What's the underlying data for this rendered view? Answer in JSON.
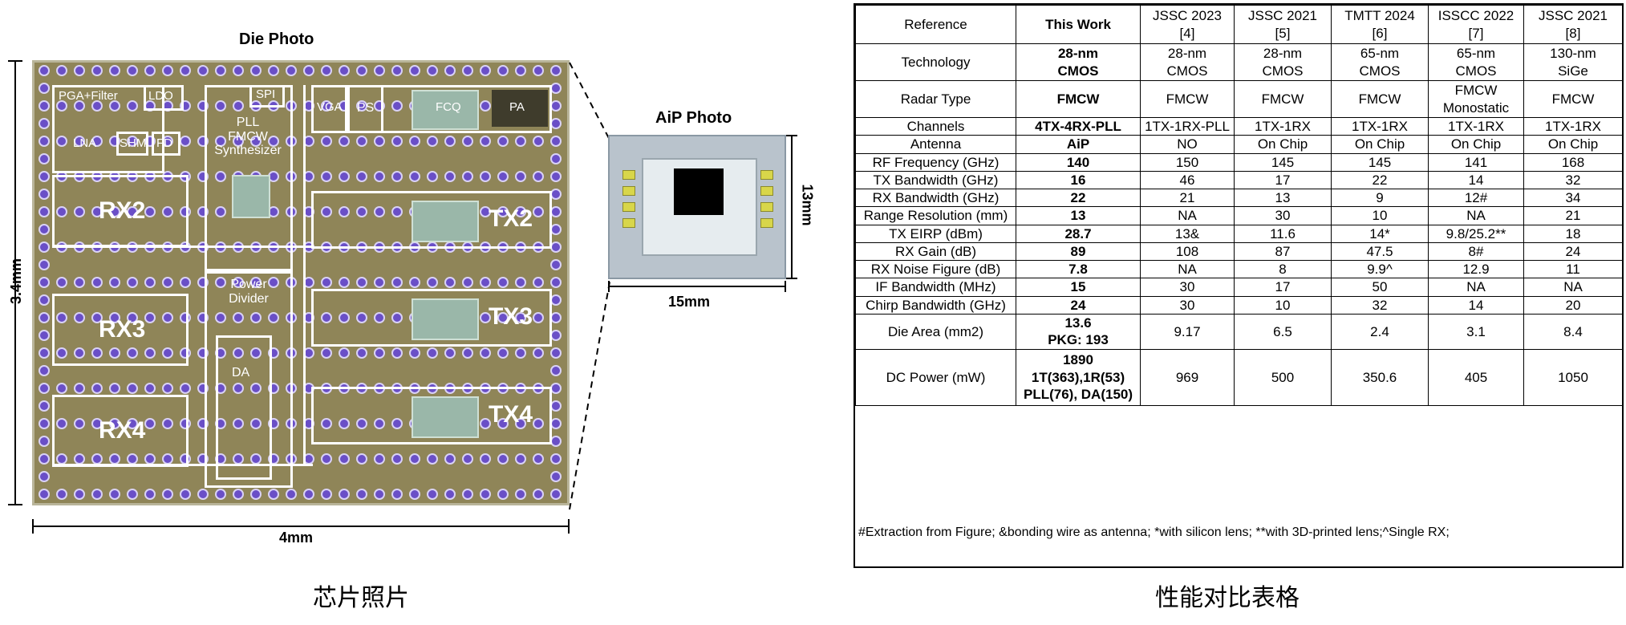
{
  "die_photo": {
    "title": "Die Photo",
    "height_label": "3.4mm",
    "width_label": "4mm",
    "blocks": {
      "pga_filter": "PGA+Filter",
      "ldo": "LDO",
      "spi": "SPI",
      "lna": "LNA",
      "shm": "SHM",
      "fd": "FD",
      "pll": "PLL\nFMCW\nSynthesizer",
      "vga": "VGA",
      "ps": "PS",
      "fcq": "FCQ",
      "pa": "PA",
      "rx2": "RX2",
      "rx3": "RX3",
      "rx4": "RX4",
      "tx2": "TX2",
      "tx3": "TX3",
      "tx4": "TX4",
      "power_divider": "Power\nDivider",
      "da": "DA"
    },
    "caption": "芯片照片"
  },
  "aip_photo": {
    "title": "AiP Photo",
    "width_label": "15mm",
    "height_label": "13mm"
  },
  "table": {
    "columns": [
      "Reference",
      "This Work",
      "JSSC 2023\n[4]",
      "JSSC 2021\n[5]",
      "TMTT 2024\n[6]",
      "ISSCC 2022\n[7]",
      "JSSC 2021\n[8]"
    ],
    "rows": [
      {
        "param": "Technology",
        "values": [
          "28-nm\nCMOS",
          "28-nm\nCMOS",
          "28-nm\nCMOS",
          "65-nm\nCMOS",
          "65-nm\nCMOS",
          "130-nm\nSiGe"
        ]
      },
      {
        "param": "Radar Type",
        "values": [
          "FMCW",
          "FMCW",
          "FMCW",
          "FMCW",
          "FMCW\nMonostatic",
          "FMCW"
        ]
      },
      {
        "param": "Channels",
        "values": [
          "4TX-4RX-PLL",
          "1TX-1RX-PLL",
          "1TX-1RX",
          "1TX-1RX",
          "1TX-1RX",
          "1TX-1RX"
        ]
      },
      {
        "param": "Antenna",
        "values": [
          "AiP",
          "NO",
          "On Chip",
          "On Chip",
          "On Chip",
          "On Chip"
        ]
      },
      {
        "param": "RF Frequency (GHz)",
        "values": [
          "140",
          "150",
          "145",
          "145",
          "141",
          "168"
        ]
      },
      {
        "param": "TX Bandwidth (GHz)",
        "values": [
          "16",
          "46",
          "17",
          "22",
          "14",
          "32"
        ]
      },
      {
        "param": "RX Bandwidth (GHz)",
        "values": [
          "22",
          "21",
          "13",
          "9",
          "12#",
          "34"
        ]
      },
      {
        "param": "Range Resolution (mm)",
        "values": [
          "13",
          "NA",
          "30",
          "10",
          "NA",
          "21"
        ]
      },
      {
        "param": "TX EIRP (dBm)",
        "values": [
          "28.7",
          "13&",
          "11.6",
          "14*",
          "9.8/25.2**",
          "18"
        ]
      },
      {
        "param": "RX Gain (dB)",
        "values": [
          "89",
          "108",
          "87",
          "47.5",
          "8#",
          "24"
        ]
      },
      {
        "param": "RX Noise Figure (dB)",
        "values": [
          "7.8",
          "NA",
          "8",
          "9.9^",
          "12.9",
          "11"
        ]
      },
      {
        "param": "IF Bandwidth (MHz)",
        "values": [
          "15",
          "30",
          "17",
          "50",
          "NA",
          "NA"
        ]
      },
      {
        "param": "Chirp Bandwidth (GHz)",
        "values": [
          "24",
          "30",
          "10",
          "32",
          "14",
          "20"
        ]
      },
      {
        "param": "Die Area (mm2)",
        "values": [
          "13.6\nPKG: 193",
          "9.17",
          "6.5",
          "2.4",
          "3.1",
          "8.4"
        ]
      },
      {
        "param": "DC Power (mW)",
        "values": [
          "1890\n1T(363),1R(53)\nPLL(76), DA(150)",
          "969",
          "500",
          "350.6",
          "405",
          "1050"
        ]
      }
    ],
    "footnote": "#Extraction from Figure; &bonding wire as antenna; *with silicon lens; **with 3D-printed lens;^Single RX;",
    "caption": "性能对比表格"
  }
}
